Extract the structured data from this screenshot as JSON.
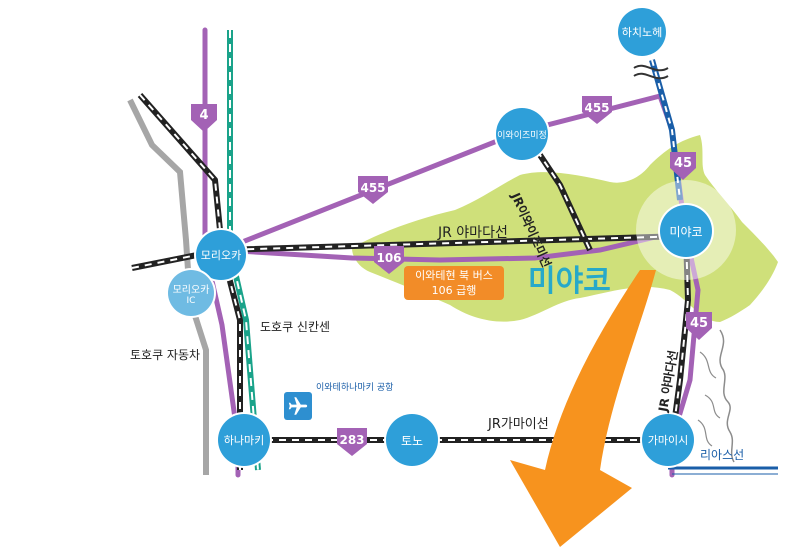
{
  "colors": {
    "land": "#cfe07a",
    "route": "#a362b5",
    "rail": "#222222",
    "shinkansen": "#1aa38a",
    "expressway": "#a6a6a6",
    "city": "#2e9fd9",
    "arrow": "#f7931e",
    "bus_badge": "#f28c28",
    "destination_text": "#27a9c9",
    "water": "#1a5ea8"
  },
  "cities": {
    "hachinohe": "하치노헤",
    "iwaizumi": "이와이즈미정",
    "morioka": "모리오카",
    "morioka_ic_line1": "모리오카",
    "morioka_ic_line2": "IC",
    "miyako_circle": "미야코",
    "hanamaki": "하나마키",
    "tono": "토노",
    "kamaishi": "가마이시"
  },
  "routes": {
    "r4": "4",
    "r455_upper": "455",
    "r455_left": "455",
    "r106": "106",
    "r45_upper": "45",
    "r45_lower": "45",
    "r283": "283"
  },
  "labels": {
    "jr_yamada": "JR 야마다선",
    "jr_iwaizumi": "JR이와이즈미선",
    "jr_kamaishi": "JR가마이선",
    "jr_yamada_vertical": "JR 야마다선",
    "tohoku_shinkansen": "도호쿠 신칸센",
    "tohoku_expressway": "토호쿠 자동차",
    "airport": "이와테하나마키 공항",
    "rias_line": "리아스선",
    "destination": "미야코"
  },
  "bus": {
    "line1": "이와테현 북 버스",
    "line2": "106 급행"
  },
  "icons": {
    "airport": "airplane-icon",
    "arrow": "direction-arrow-icon"
  }
}
